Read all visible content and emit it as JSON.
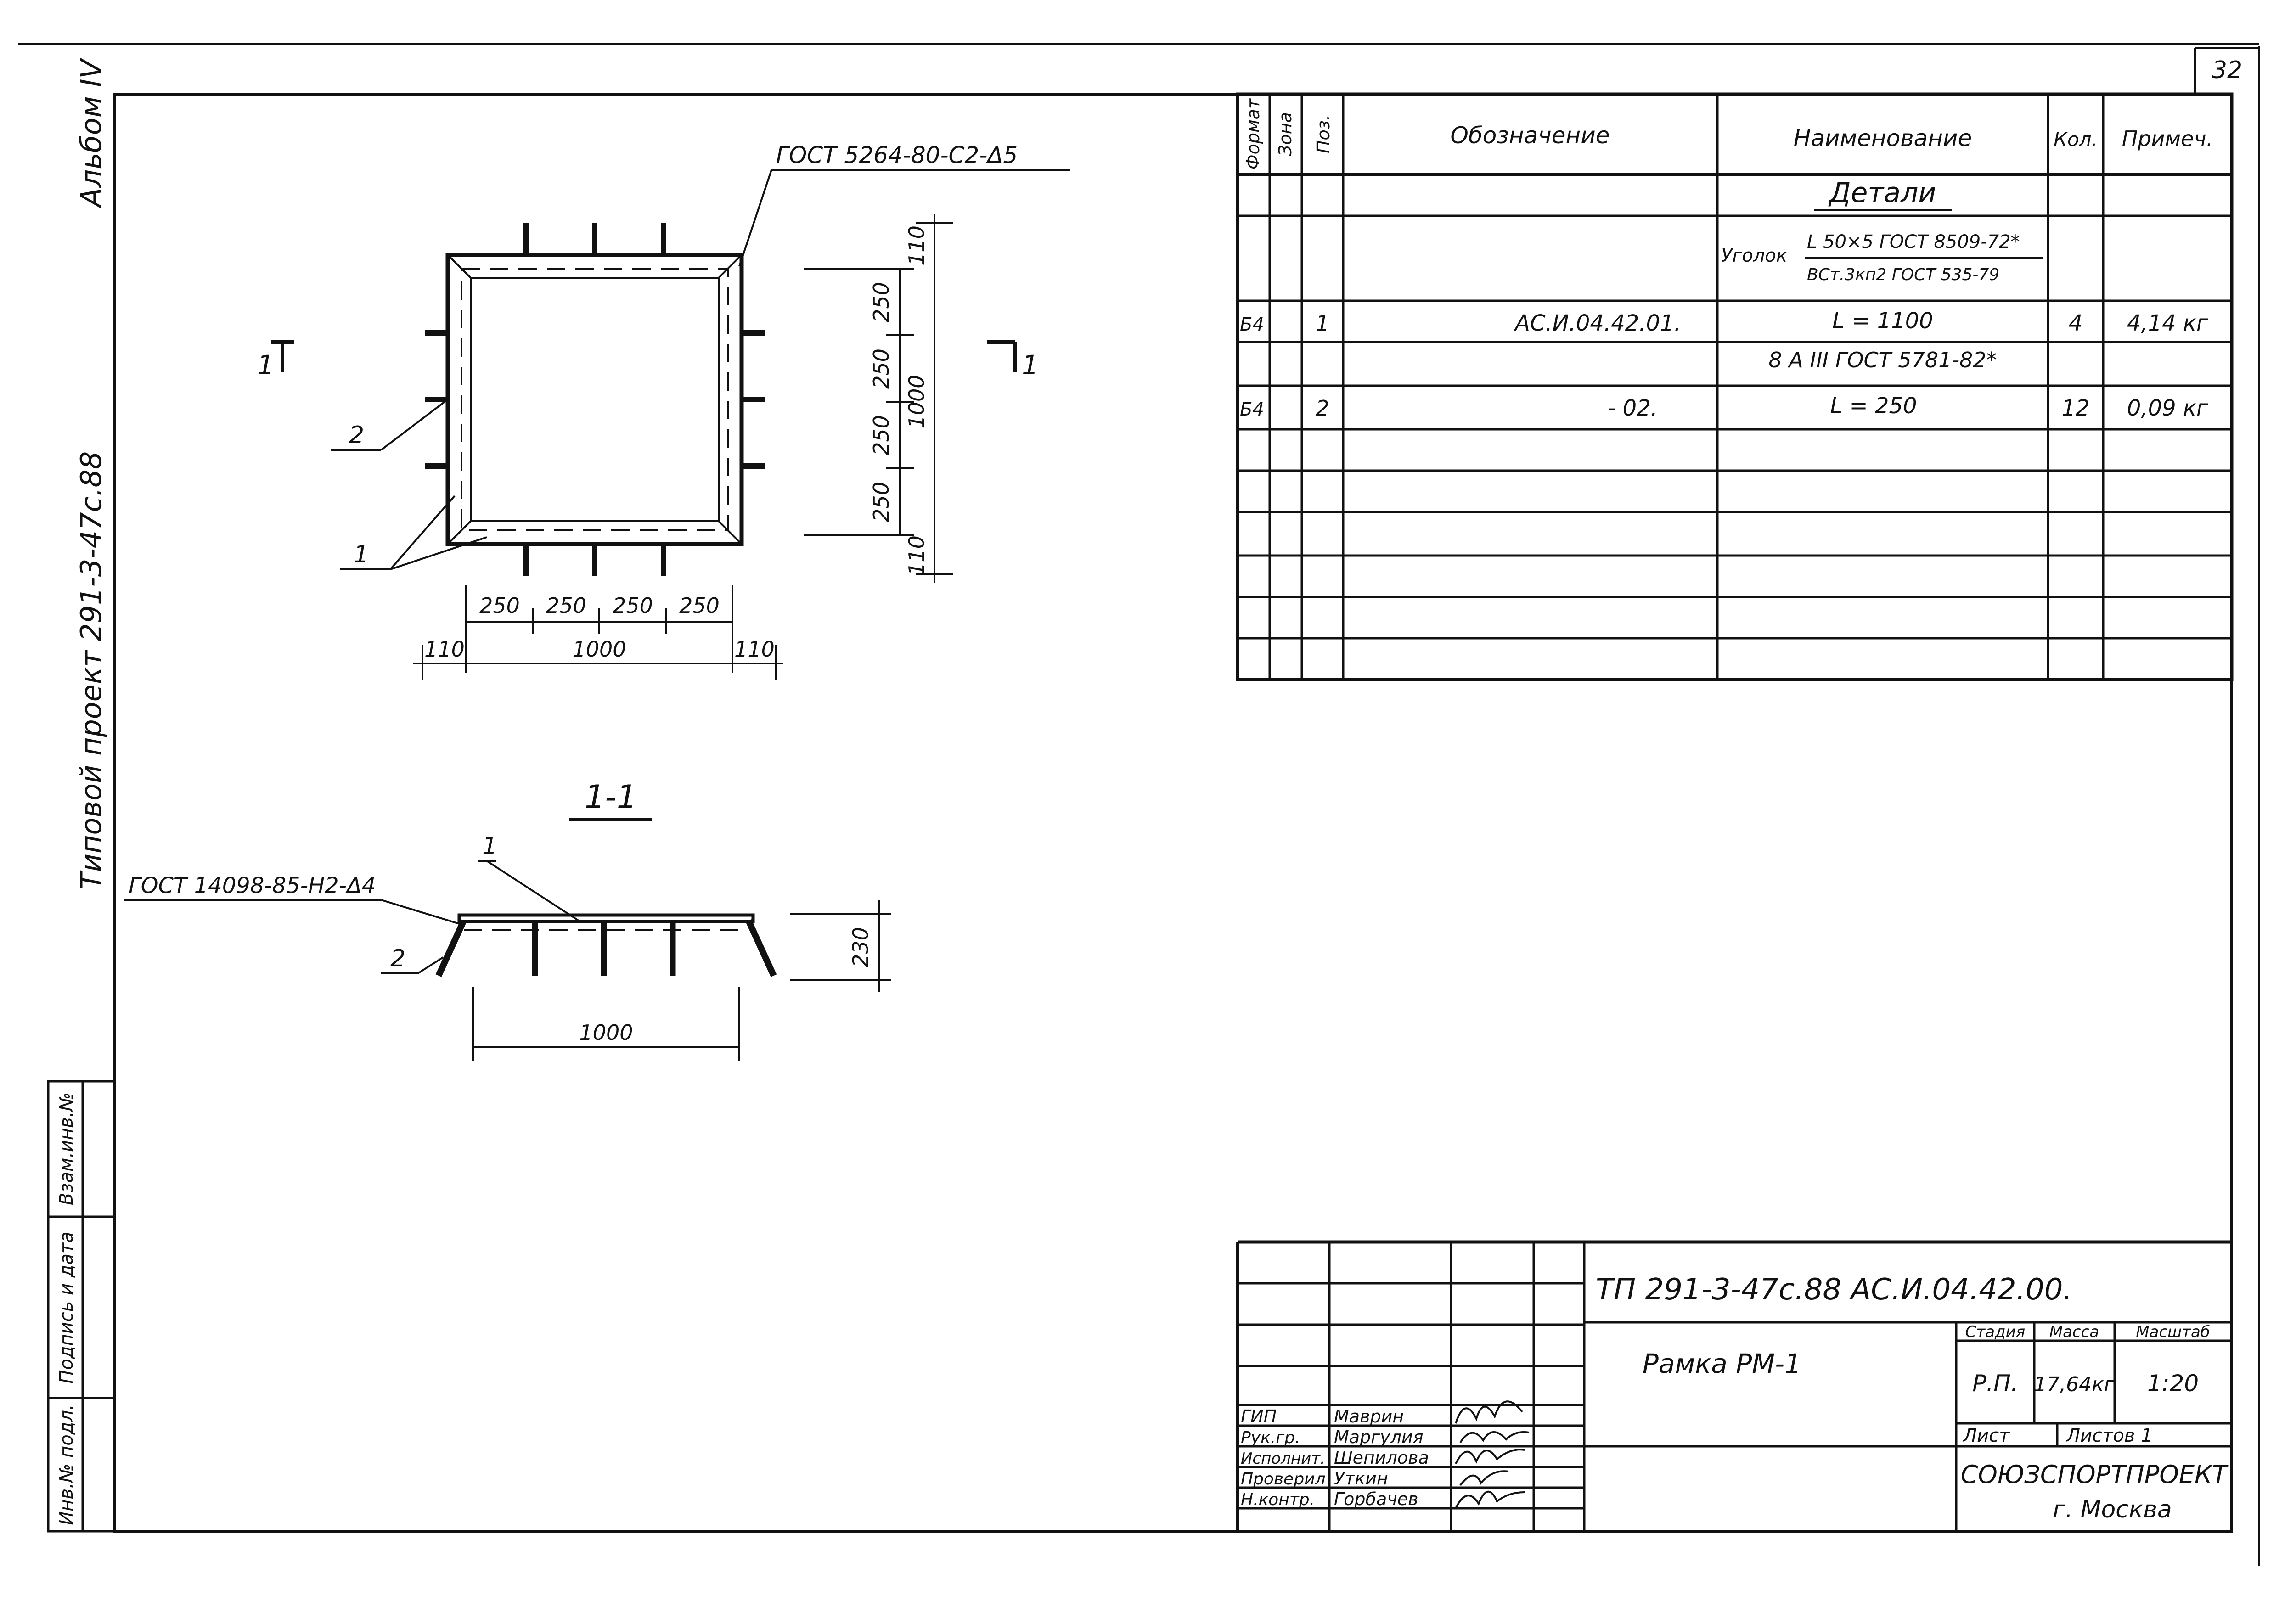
{
  "sheet_number": "32",
  "left_margin": {
    "album": "Альбом IV",
    "project": "Типовой проект 291-3-47с.88",
    "boxes": [
      "Инв.№ подл.",
      "Подпись и дата",
      "Взам.инв.№"
    ]
  },
  "plan_view": {
    "weld_note": "ГОСТ 5264-80-С2-Δ5",
    "section_marker_left": "1",
    "section_marker_right": "1",
    "pos_1": "1",
    "pos_2": "2",
    "dims_horizontal": [
      "250",
      "250",
      "250",
      "250"
    ],
    "overall_horizontal": [
      "110",
      "1000",
      "110"
    ],
    "dims_vertical": [
      "250",
      "250",
      "250",
      "250"
    ],
    "overall_vertical": [
      "110",
      "1000",
      "110"
    ]
  },
  "section_view": {
    "title": "1-1",
    "weld_note": "ГОСТ 14098-85-Н2-Δ4",
    "pos_1": "1",
    "pos_2": "2",
    "height_dim": "230",
    "width_dim": "1000"
  },
  "spec_table": {
    "headers": {
      "format": "Формат",
      "zone": "Зона",
      "pos": "Поз.",
      "designation": "Обозначение",
      "name": "Наименование",
      "qty": "Кол.",
      "note": "Примеч."
    },
    "section_title": "Детали",
    "material_1": {
      "prefix": "Уголок",
      "top": "L 50×5 ГОСТ 8509-72*",
      "bottom": "ВСт.3кп2 ГОСТ 535-79"
    },
    "material_2": "8 А III ГОСТ 5781-82*",
    "rows": [
      {
        "format": "Б4",
        "zone": "",
        "pos": "1",
        "designation": "АС.И.04.42.01.",
        "name": "L = 1100",
        "qty": "4",
        "note": "4,14 кг"
      },
      {
        "format": "Б4",
        "zone": "",
        "pos": "2",
        "designation": "- 02.",
        "name": "L = 250",
        "qty": "12",
        "note": "0,09 кг"
      }
    ]
  },
  "title_block": {
    "code": "ТП 291-3-47с.88 АС.И.04.42.00.",
    "title": "Рамка РМ-1",
    "stage_label": "Стадия",
    "mass_label": "Масса",
    "scale_label": "Масштаб",
    "stage": "Р.П.",
    "mass": "17,64кг",
    "scale": "1:20",
    "sheet_label": "Лист",
    "sheets_label": "Листов 1",
    "org_name": "СОЮЗСПОРТПРОЕКТ",
    "org_city": "г. Москва",
    "staff": [
      {
        "role": "ГИП",
        "name": "Маврин"
      },
      {
        "role": "Рук.гр.",
        "name": "Маргулия"
      },
      {
        "role": "Исполнит.",
        "name": "Шепилова"
      },
      {
        "role": "Проверил",
        "name": "Уткин"
      },
      {
        "role": "Н.контр.",
        "name": "Горбачев"
      }
    ]
  }
}
